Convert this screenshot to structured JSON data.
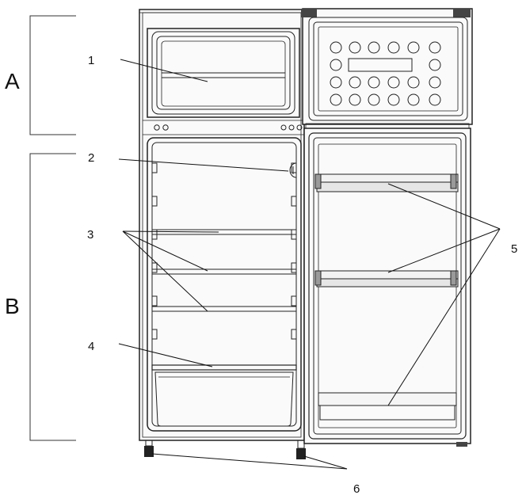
{
  "sections": [
    {
      "key": "freezer",
      "label": "A"
    },
    {
      "key": "fridge",
      "label": "B"
    }
  ],
  "callouts": [
    {
      "key": "freezer-shelf",
      "label": "1"
    },
    {
      "key": "thermostat",
      "label": "2"
    },
    {
      "key": "shelves",
      "label": "3"
    },
    {
      "key": "crisper-cover",
      "label": "4"
    },
    {
      "key": "door-racks",
      "label": "5"
    },
    {
      "key": "feet",
      "label": "6"
    }
  ]
}
